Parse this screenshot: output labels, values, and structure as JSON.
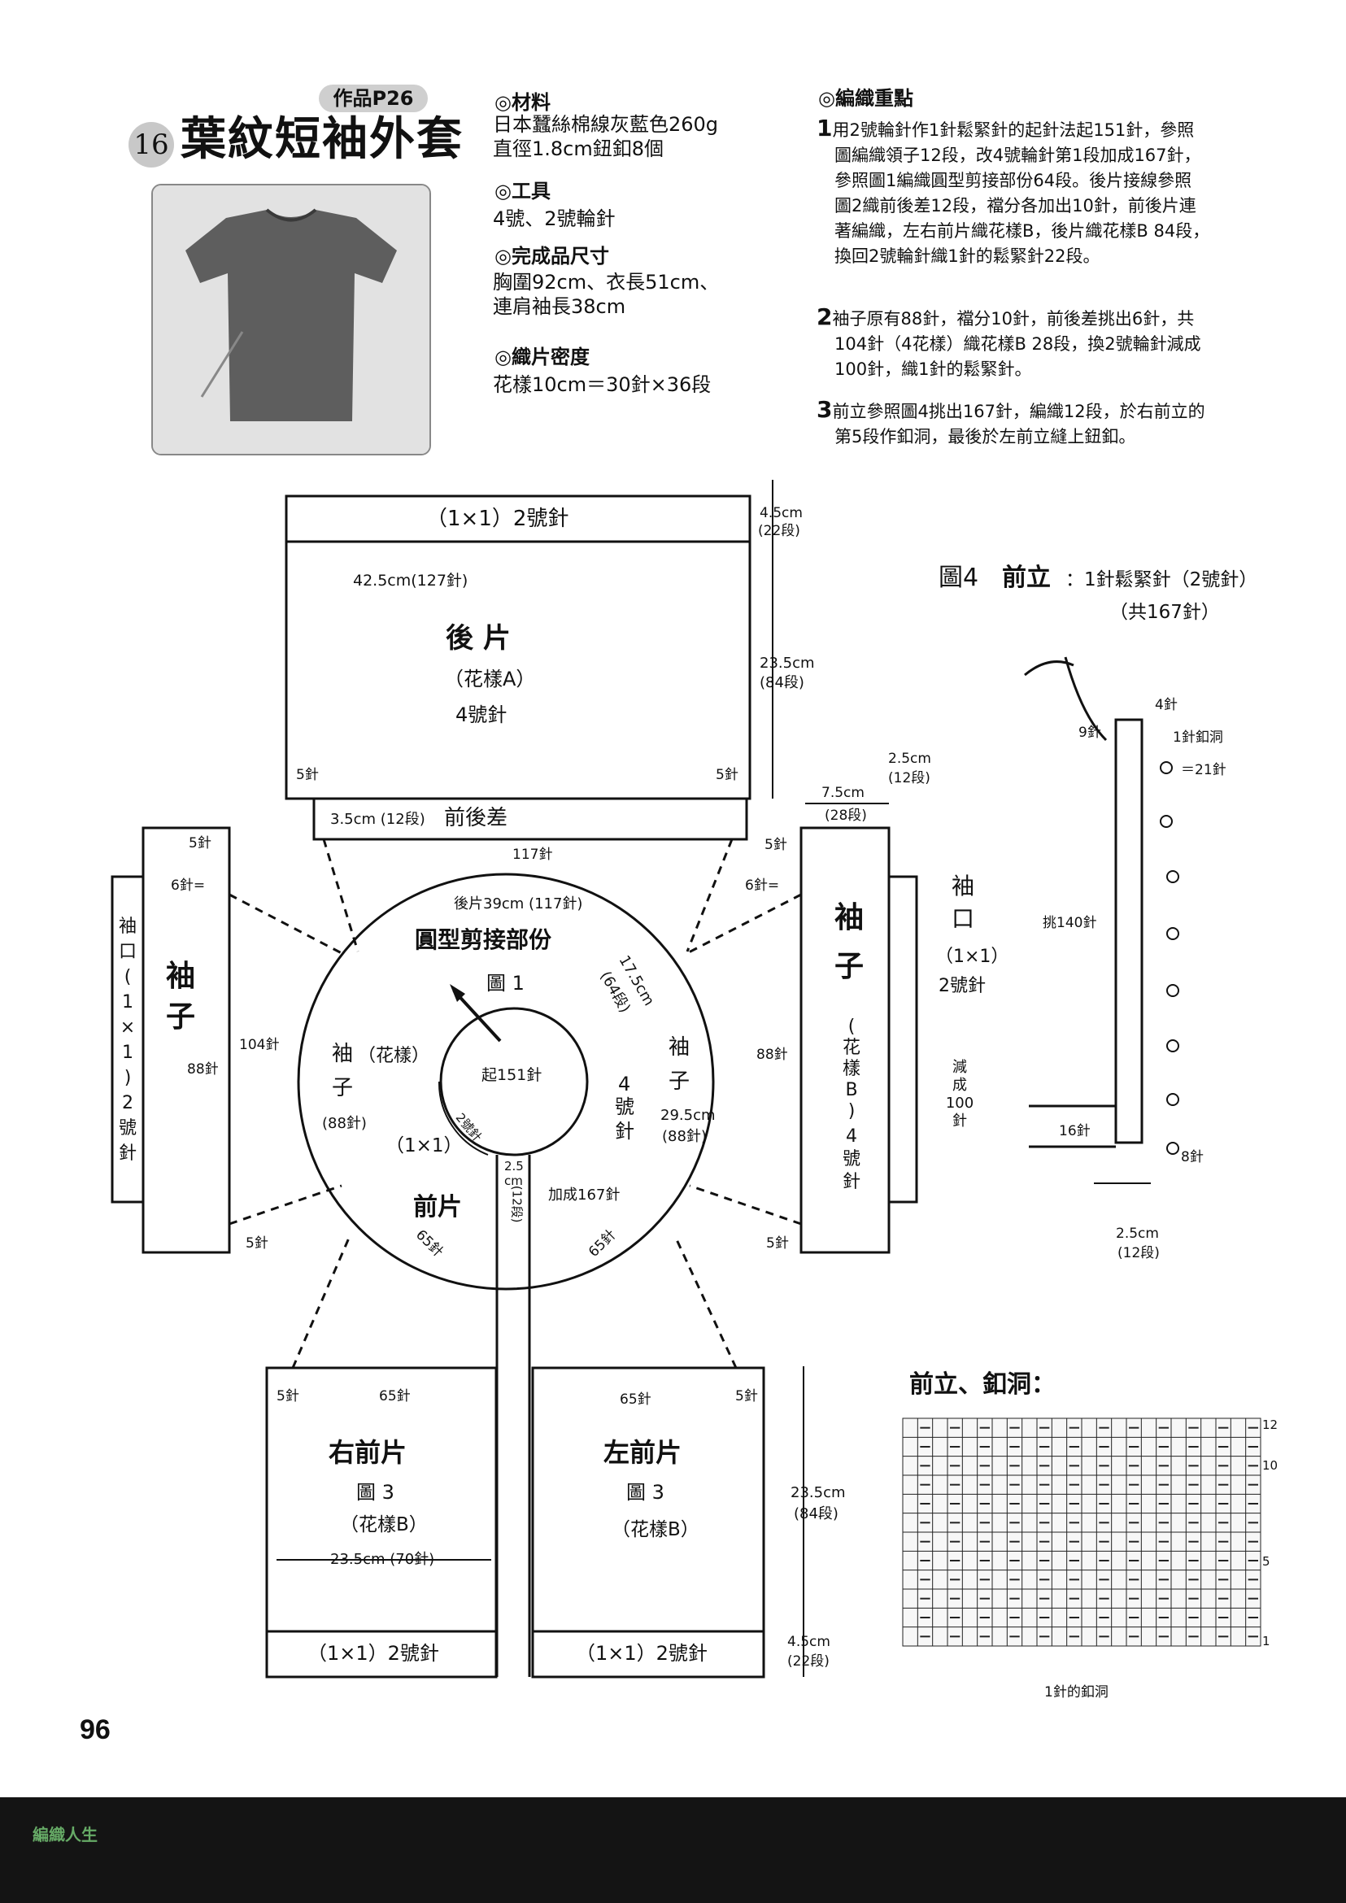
{
  "header": {
    "ref_badge": "作品P26",
    "item_number": "16",
    "title": "葉紋短袖外套"
  },
  "specs": [
    {
      "heading": "◎材料",
      "lines": [
        "日本蠶絲棉線灰藍色260g",
        "直徑1.8cm鈕釦8個"
      ]
    },
    {
      "heading": "◎工具",
      "lines": [
        "4號、2號輪針"
      ]
    },
    {
      "heading": "◎完成品尺寸",
      "lines": [
        "胸圍92cm、衣長51cm、",
        "連肩袖長38cm"
      ]
    },
    {
      "heading": "◎織片密度",
      "lines": [
        "花樣10cm＝30針×36段"
      ]
    }
  ],
  "instructions": {
    "heading": "◎編織重點",
    "steps": [
      {
        "n": "1",
        "lines": [
          "用2號輪針作1針鬆緊針的起針法起151針，參照",
          "圖編織領子12段，改4號輪針第1段加成167針，",
          "參照圖1編織圓型剪接部份64段。後片接線參照",
          "圖2織前後差12段，襠分各加出10針，前後片連",
          "著編織，左右前片織花樣B，後片織花樣B 84段，",
          "換回2號輪針織1針的鬆緊針22段。"
        ]
      },
      {
        "n": "2",
        "lines": [
          "袖子原有88針，襠分10針，前後差挑出6針，共",
          "104針（4花樣）織花樣B 28段，換2號輪針減成",
          "100針，織1針的鬆緊針。"
        ]
      },
      {
        "n": "3",
        "lines": [
          "前立參照圖4挑出167針，編織12段，於右前立的",
          "第5段作釦洞，最後於左前立縫上鈕釦。"
        ]
      }
    ]
  },
  "diagram": {
    "back": {
      "rib": "（1×1）2號針",
      "width": "42.5cm(127針)",
      "name": "後 片",
      "pattern": "（花樣A）",
      "needle": "4號針",
      "h_rib_cm": "4.5cm",
      "h_rib_rows": "(22段)",
      "h_body_cm": "23.5cm",
      "h_body_rows": "(84段)",
      "side_left": "5針",
      "side_right": "5針",
      "diff_h": "3.5cm (12段)",
      "diff_name": "前後差",
      "diff_w": "117針"
    },
    "yoke": {
      "back": "後片39cm (117針)",
      "name": "圓型剪接部份",
      "fig": "圖 1",
      "cast_on": "起151針",
      "depth_cm": "17.5cm",
      "depth_rows": "(64段)",
      "rib": "（1×1）",
      "rib_needle": "2號針",
      "needle_a": "4",
      "needle_b": "號",
      "needle_c": "針",
      "inc": "加成167針",
      "sleeve_l_a": "袖",
      "sleeve_l_b": "（花樣）",
      "sleeve_l_c": "子",
      "sleeve_l_sts": "(88針)",
      "sleeve_r_a": "袖",
      "sleeve_r_b": "子",
      "sleeve_r_cm": "29.5cm",
      "sleeve_r_sts": "(88針)",
      "front": "前片",
      "front_l_sts": "65針",
      "front_r_sts": "65針",
      "band_cm": "2.5",
      "band_unit": "cm",
      "band_rows": "(12段)"
    },
    "sleeve_left": {
      "cuff_chars": [
        "袖",
        "口",
        "(",
        "1",
        "×",
        "1",
        ")",
        "2",
        "號",
        "針"
      ],
      "name_a": "袖",
      "name_b": "子",
      "top": "5針",
      "side": "6針=",
      "st104": "104針",
      "st88": "88針",
      "bottom": "5針"
    },
    "sleeve_right": {
      "name_a": "袖",
      "name_b": "子",
      "pat_chars": [
        "(",
        "花",
        "樣",
        "B",
        ")"
      ],
      "needle_chars": [
        "4",
        "號",
        "針"
      ],
      "cuff_a": "袖",
      "cuff_b": "口",
      "cuff_rib": "（1×1）",
      "cuff_needle": "2號針",
      "dec_chars": [
        "減",
        "成",
        "100",
        "針"
      ],
      "w_cm": "7.5cm",
      "w_rows": "(28段)",
      "h_cm": "2.5cm",
      "h_rows": "(12段)",
      "top": "5針",
      "side": "6針=",
      "st88": "88針",
      "bottom": "5針"
    },
    "right_front": {
      "sts_edge": "5針",
      "sts": "65針",
      "name": "右前片",
      "fig": "圖 3",
      "pattern": "（花樣B）",
      "width": "23.5cm (70針)",
      "rib": "（1×1）2號針"
    },
    "left_front": {
      "sts": "65針",
      "sts_edge": "5針",
      "name": "左前片",
      "fig": "圖 3",
      "pattern": "（花樣B）",
      "rib": "（1×1）2號針",
      "h_body_cm": "23.5cm",
      "h_body_rows": "(84段)",
      "h_rib_cm": "4.5cm",
      "h_rib_rows": "(22段)"
    },
    "fig4": {
      "title": "圖4",
      "name": "前立",
      "desc": "：1針鬆緊針（2號針）",
      "total": "（共167針）",
      "s4": "4針",
      "s9": "9針",
      "hole": "1針釦洞",
      "eq21": "＝21針",
      "pick": "挑140針",
      "s16": "16針",
      "s8": "8針",
      "w_cm": "2.5cm",
      "w_rows": "(12段)"
    },
    "chart": {
      "title": "前立、釦洞：",
      "row12": "12",
      "row10": "10",
      "row5": "5",
      "row1": "1",
      "note": "1針的釦洞"
    }
  },
  "page_number": "96",
  "watermark": "編織人生"
}
